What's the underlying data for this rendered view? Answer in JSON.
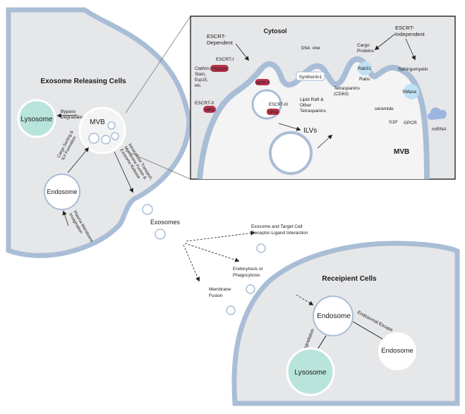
{
  "release_cell": {
    "title": "Exosome Releasing Cells",
    "lysosome": "Lysosome",
    "bypass": [
      "Bypass",
      "Degradation"
    ],
    "mvb": "MVB",
    "endosome": "Endosome",
    "cargo_sorting": [
      "Cargo Sorting &",
      "ILV Formation"
    ],
    "plasma_membrane": [
      "Plasma Membrane",
      "Invagination"
    ],
    "transport": [
      "Intracellular Transport,",
      "Membrane Fusion &",
      "Exosome Release"
    ]
  },
  "exosomes_label": "Exosomes",
  "inset": {
    "cytosol": "Cytosol",
    "escrt_dependent": [
      "ESCRT-",
      "Dependent"
    ],
    "escrt_independent": [
      "ESCRT-",
      "Independent"
    ],
    "escrt1": "ESCRT-I",
    "tsg101": "TSG101",
    "clathrin": [
      "Clathrin,",
      "Stam,",
      "Esp15,",
      "etc."
    ],
    "escrt0": "ESCRT-0",
    "hrs": "HRS",
    "escrt2": "ESCRT-II",
    "escrt3": "ESCRT-III",
    "vps4": "VPS4",
    "dna_label": "DNA",
    "rna_label": "RNA",
    "syntenin": "Synthenin1",
    "lipid_raft": [
      "Lipid Raft &",
      "Other",
      "Tetraspanins"
    ],
    "tetraspanins": [
      "Tetraspanins",
      "(CD63)"
    ],
    "cargo_proteins": [
      "Cargo",
      "Proteins"
    ],
    "rab31": "Rab31",
    "rabs": "Rabs",
    "sphingomyelin": "Sphingomyelin",
    "smase": "SMase",
    "ceramide": "ceramide",
    "s1p": "S1P",
    "gpcr": "GPCR",
    "mirna": "miRNA",
    "ilvs": "ILVs",
    "mvb": "MVB"
  },
  "routes": {
    "receptor": [
      "Exosome and Target Cell",
      "Receptor-Ligand Interaction"
    ],
    "endocytosis": [
      "Endocytosis or",
      "Phagocytosis"
    ],
    "fusion": [
      "Membrane",
      "Fusion"
    ]
  },
  "recipient_cell": {
    "title": "Receipient Cells",
    "endosome": "Endosome",
    "endosome2": "Endosome",
    "degradation": "Degradation",
    "lysosome": "Lysosome",
    "escape": "Endosomal Escape"
  },
  "colors": {
    "cell_fill": "#e6e7e9",
    "membrane": "#a9bdd6",
    "lysosome": "#b9e4dc",
    "escrt": "#b5324a",
    "protein": "#4a6fc4"
  }
}
